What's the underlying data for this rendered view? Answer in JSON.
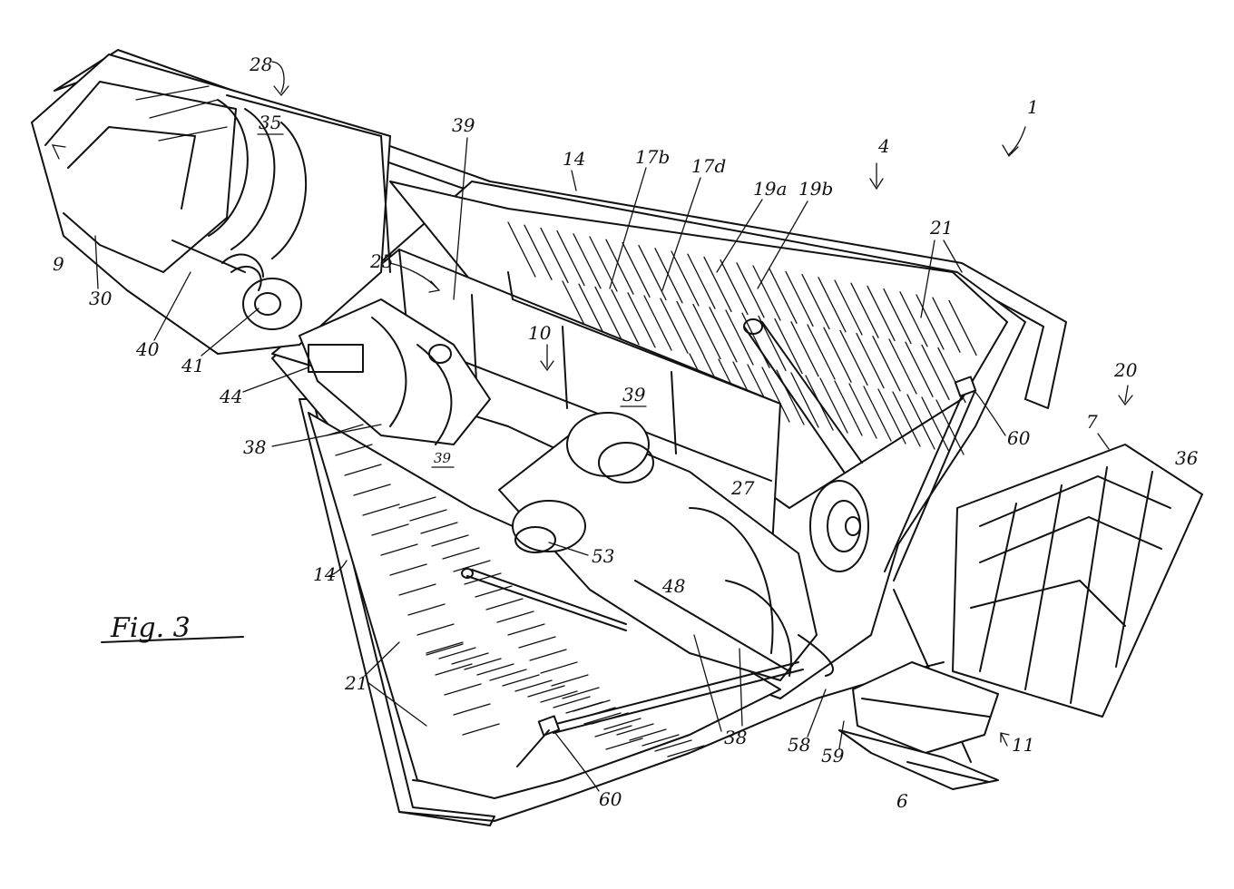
{
  "figure": {
    "caption": "Fig. 3",
    "colors": {
      "ink": "#111111",
      "paper": "#ffffff"
    }
  },
  "labels": {
    "l1": "1",
    "l4": "4",
    "l6": "6",
    "l7": "7",
    "l9": "9",
    "l10": "10",
    "l11": "11",
    "l14_top": "14",
    "l14_left": "14",
    "l17b": "17b",
    "l17d": "17d",
    "l19a": "19a",
    "l19b": "19b",
    "l20": "20",
    "l21_top": "21",
    "l21_left": "21",
    "l25": "25",
    "l27": "27",
    "l28": "28",
    "l30": "30",
    "l35": "35",
    "l36": "36",
    "l38_left": "38",
    "l38_bottom": "38",
    "l39_top": "39",
    "l39_mid": "39",
    "l39_low": "39",
    "l40": "40",
    "l41": "41",
    "l44": "44",
    "l48": "48",
    "l53": "53",
    "l58": "58",
    "l59": "59",
    "l60_right": "60",
    "l60_bottom": "60"
  }
}
